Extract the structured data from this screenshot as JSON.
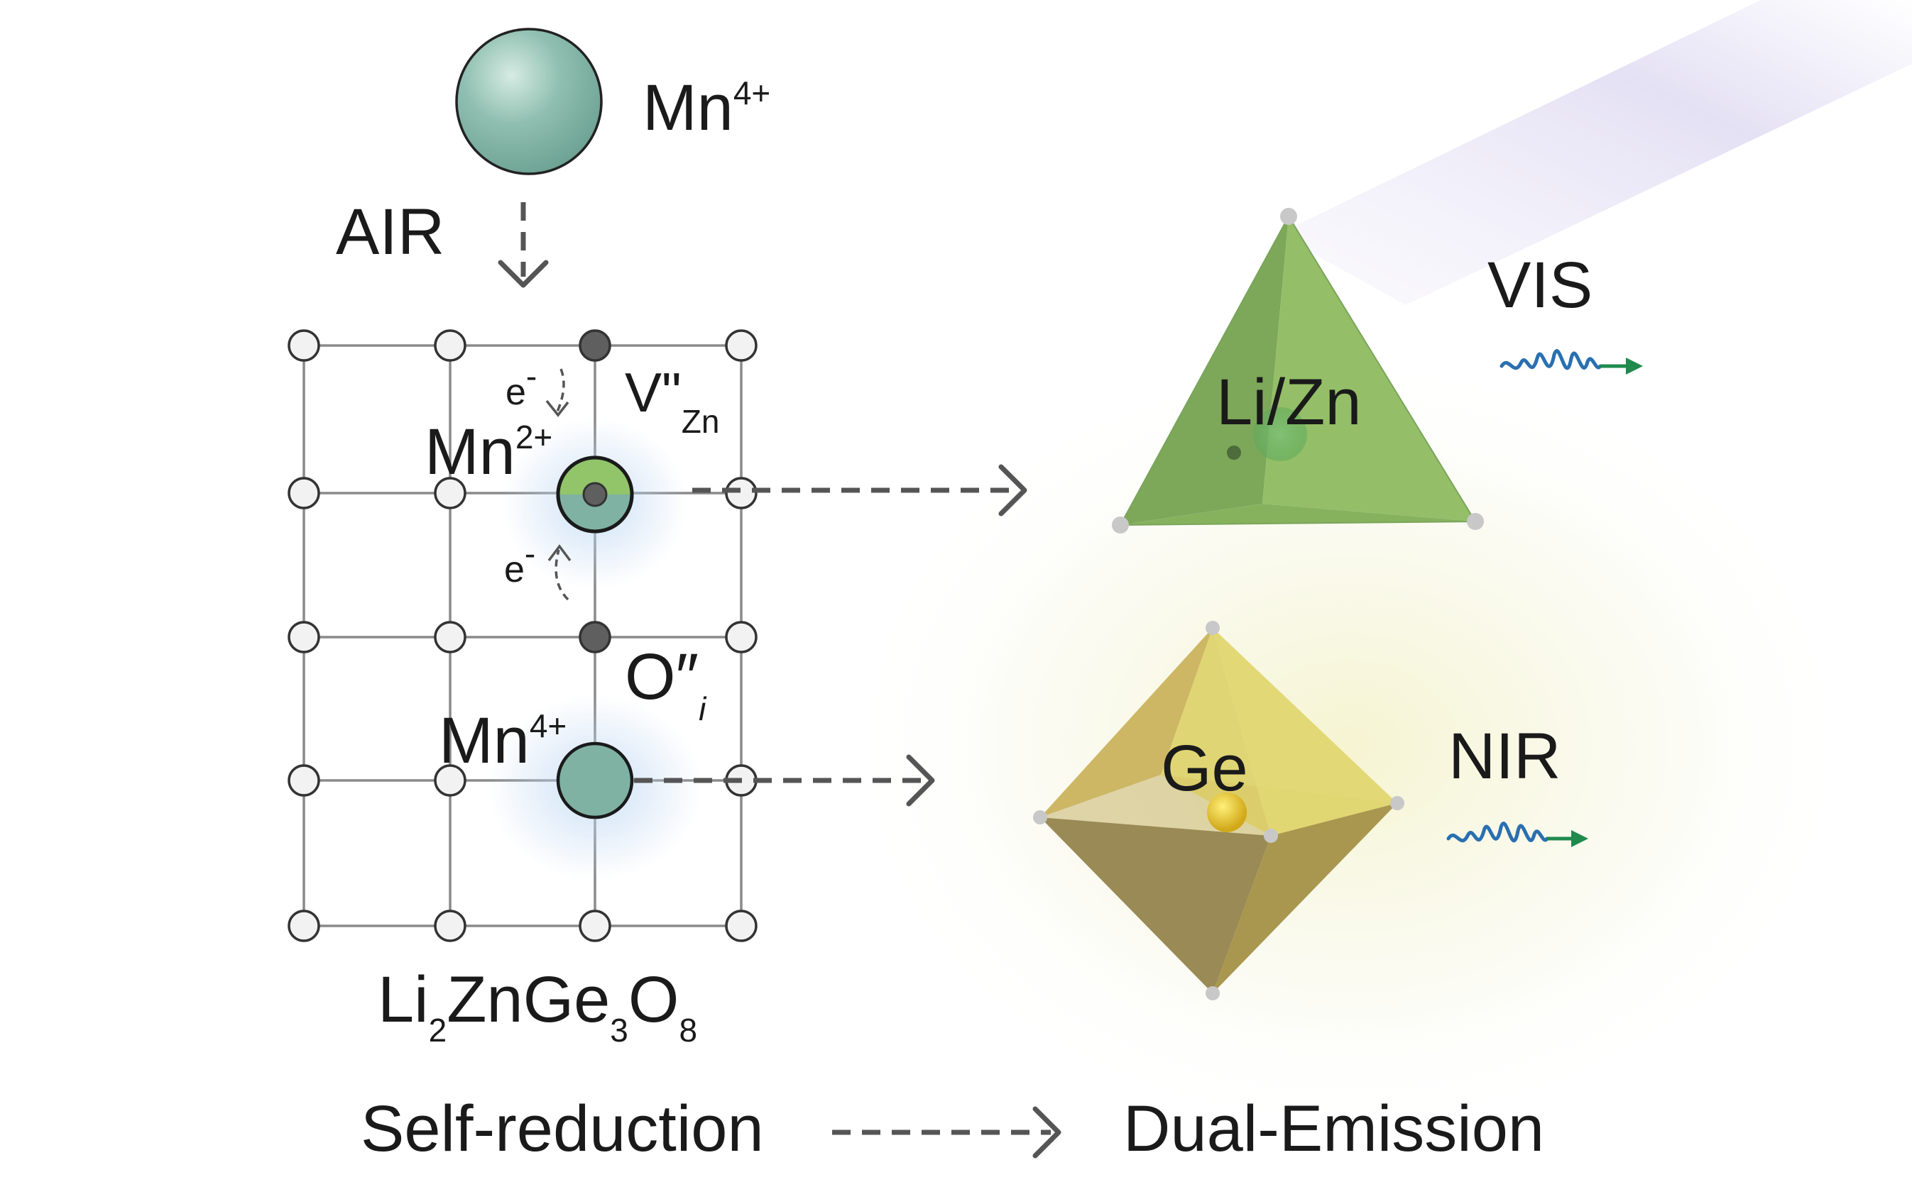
{
  "labels": {
    "mn4_top": "Mn",
    "mn4_top_sup": "4+",
    "air": "AIR",
    "electron_top": "e",
    "electron_top_sup": "-",
    "electron_bottom": "e",
    "electron_bottom_sup": "-",
    "vacancy": "V\"",
    "vacancy_sub": "Zn",
    "mn2": "Mn",
    "mn2_sup": "2+",
    "interstitial": "O″",
    "interstitial_sub": "i",
    "mn4_grid": "Mn",
    "mn4_grid_sup": "4+",
    "formula_parts": [
      "Li",
      "2",
      "ZnGe",
      "3",
      "O",
      "8"
    ],
    "tetra_site": "Li/Zn",
    "octa_site": "Ge",
    "vis": "VIS",
    "nir": "NIR",
    "bottom_left": "Self-reduction",
    "bottom_right": "Dual-Emission"
  },
  "colors": {
    "mn4_ion": "#7fb2a2",
    "mn2_ring": "#8fbf6a",
    "tetrahedron": "#8db866",
    "octahedron": "#c9b85e",
    "wave_blue": "#2a6fb0",
    "wave_green": "#1f8a4c",
    "arrow": "#555555",
    "glow_purple": "#c9c2e8"
  }
}
